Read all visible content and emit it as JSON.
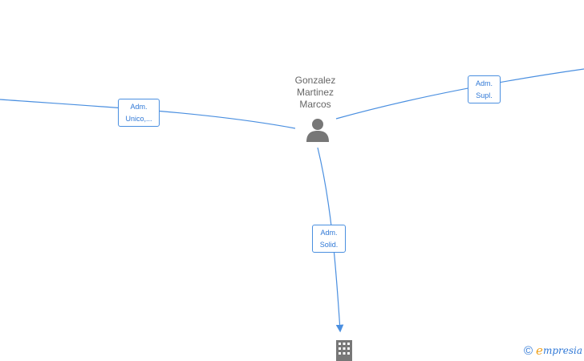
{
  "person": {
    "name_lines": [
      "Gonzalez",
      "Martinez",
      "Marcos"
    ],
    "icon": "person-icon"
  },
  "edges": {
    "left": {
      "label_lines": [
        "Adm.",
        "Unico,..."
      ]
    },
    "right": {
      "label_lines": [
        "Adm.",
        "Supl."
      ]
    },
    "down": {
      "label_lines": [
        "Adm.",
        "Solid."
      ]
    }
  },
  "company": {
    "icon": "building-icon"
  },
  "colors": {
    "edge": "#4a8fe0",
    "label_text": "#2f78d6",
    "node_icon": "#777777",
    "brand_accent": "#f0a11a"
  },
  "watermark": {
    "symbol": "©",
    "brand_initial": "e",
    "brand_rest": "mpresia"
  }
}
